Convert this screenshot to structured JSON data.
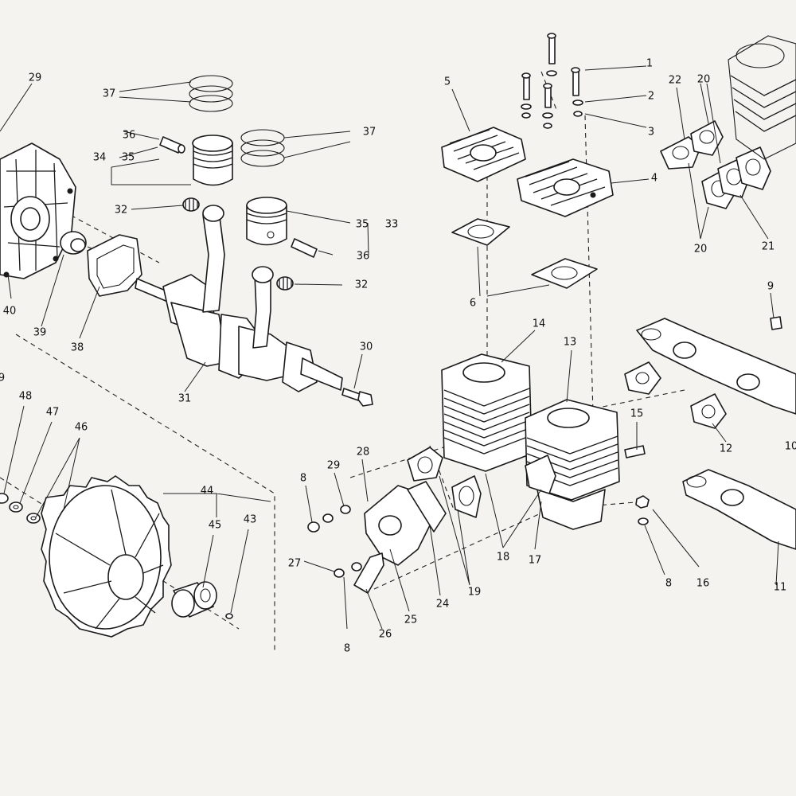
{
  "labels": {
    "l1": "1",
    "l2": "2",
    "l3": "3",
    "l4": "4",
    "l5": "5",
    "l6": "6",
    "l8a": "8",
    "l8b": "8",
    "l8c": "8",
    "l9a": "9",
    "l9b": "9",
    "l10": "10",
    "l11": "11",
    "l12": "12",
    "l13": "13",
    "l14": "14",
    "l15": "15",
    "l16": "16",
    "l17": "17",
    "l18": "18",
    "l19": "19",
    "l20a": "20",
    "l20b": "20",
    "l21": "21",
    "l22": "22",
    "l24": "24",
    "l25": "25",
    "l26": "26",
    "l27": "27",
    "l28": "28",
    "l29a": "29",
    "l29b": "29",
    "l30": "30",
    "l31": "31",
    "l32a": "32",
    "l32b": "32",
    "l33": "33",
    "l34": "34",
    "l35a": "35",
    "l35b": "35",
    "l36a": "36",
    "l36b": "36",
    "l37a": "37",
    "l37b": "37",
    "l38": "38",
    "l39": "39",
    "l40": "40",
    "l43": "43",
    "l44": "44",
    "l45": "45",
    "l46": "46",
    "l47": "47",
    "l48": "48"
  },
  "colors": {
    "ink": "#1a1a1a",
    "paper": "#f4f3ef"
  }
}
